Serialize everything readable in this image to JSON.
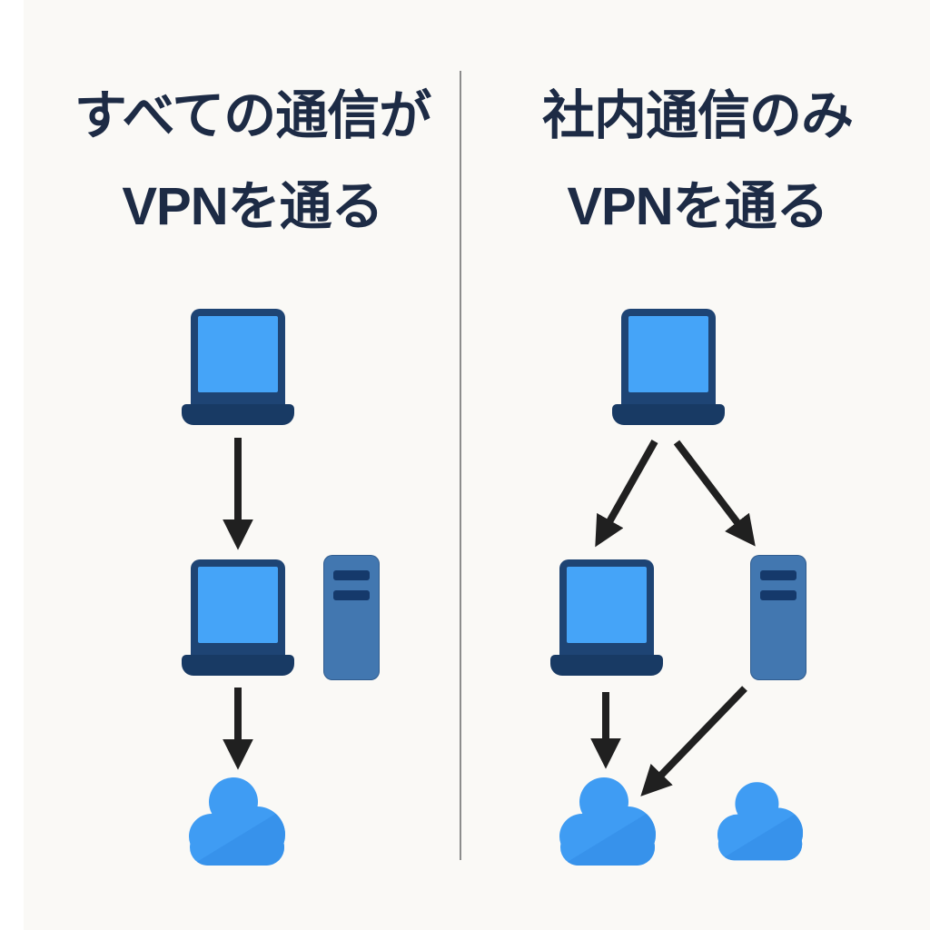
{
  "colors": {
    "bg": "#faf9f6",
    "title": "#1d2b45",
    "divider": "#8c8c8c",
    "laptop-frame": "#1e4474",
    "laptop-screen": "#45a4f8",
    "laptop-base": "#183a64",
    "server-body": "#4277b0",
    "server-slot": "#15396b",
    "cloud-main": "#3f9cf3",
    "cloud-shade": "#3792eb",
    "arrow": "#202020"
  },
  "panels": [
    {
      "id": "full-tunnel",
      "title_line1": "すべての通信が",
      "title_line2": "VPNを通る",
      "nodes": [
        {
          "name": "client-laptop",
          "type": "laptop"
        },
        {
          "name": "vpn-laptop",
          "type": "laptop"
        },
        {
          "name": "company-server",
          "type": "server"
        },
        {
          "name": "internet-cloud",
          "type": "cloud"
        }
      ],
      "edges": [
        {
          "from": "client-laptop",
          "to": "vpn-laptop"
        },
        {
          "from": "vpn-laptop",
          "to": "internet-cloud"
        }
      ]
    },
    {
      "id": "split-tunnel",
      "title_line1": "社内通信のみ",
      "title_line2": "VPNを通る",
      "nodes": [
        {
          "name": "client-laptop",
          "type": "laptop"
        },
        {
          "name": "vpn-laptop",
          "type": "laptop"
        },
        {
          "name": "company-server",
          "type": "server"
        },
        {
          "name": "internet-cloud-left",
          "type": "cloud"
        },
        {
          "name": "internet-cloud-right",
          "type": "cloud"
        }
      ],
      "edges": [
        {
          "from": "client-laptop",
          "to": "vpn-laptop"
        },
        {
          "from": "client-laptop",
          "to": "company-server"
        },
        {
          "from": "vpn-laptop",
          "to": "internet-cloud-left"
        },
        {
          "from": "company-server",
          "to": "internet-cloud-left"
        }
      ]
    }
  ]
}
